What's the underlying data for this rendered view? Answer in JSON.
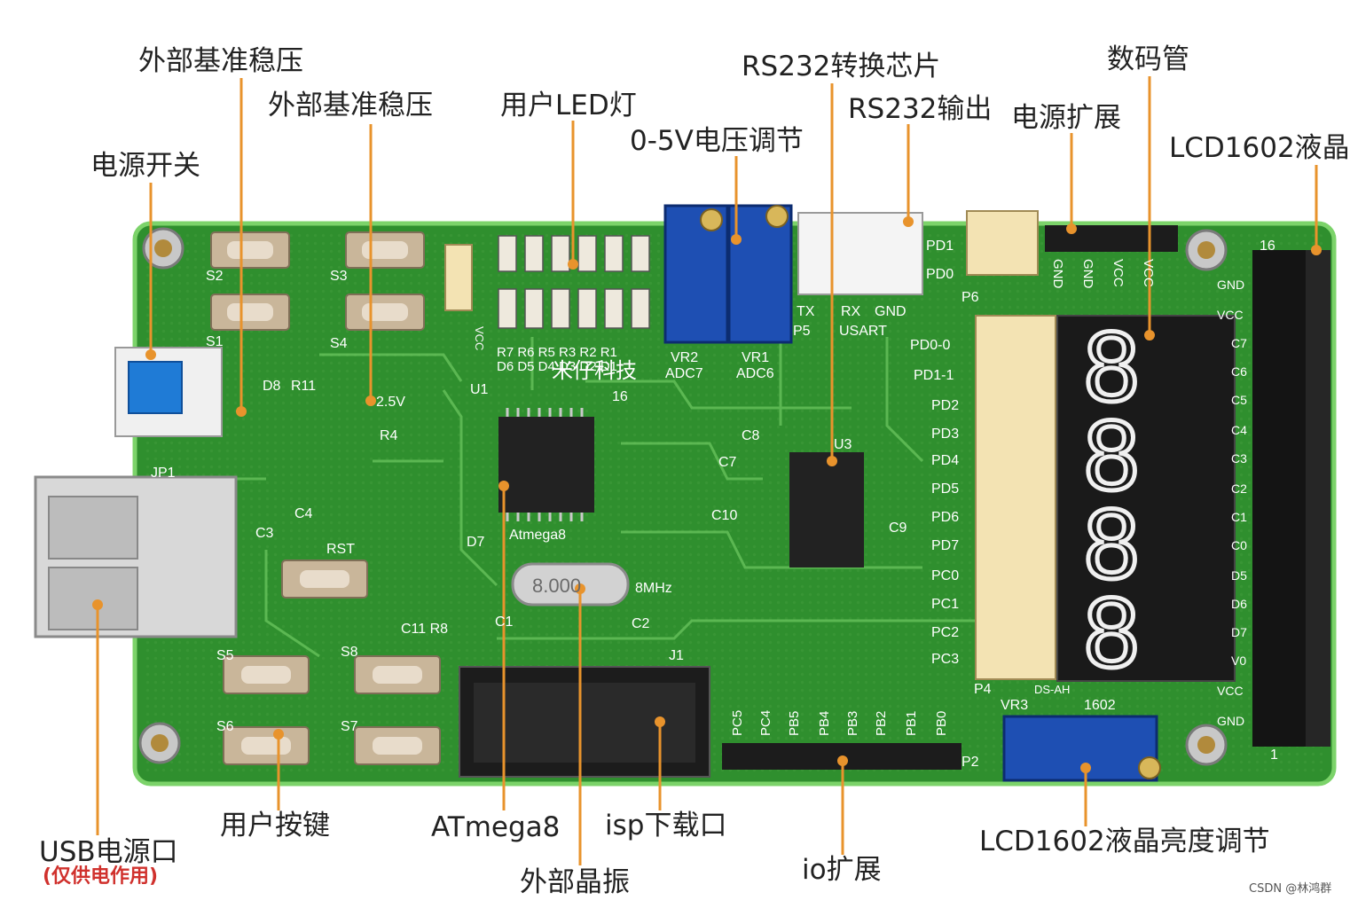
{
  "labels": {
    "ext_ref_1": "外部基准稳压",
    "ext_ref_2": "外部基准稳压",
    "power_switch": "电源开关",
    "user_led": "用户LED灯",
    "adj_0_5v": "0-5V电压调节",
    "rs232_chip": "RS232转换芯片",
    "rs232_out": "RS232输出",
    "seg_display": "数码管",
    "power_ext": "电源扩展",
    "lcd1602": "LCD1602液晶",
    "usb_power": "USB电源口",
    "usb_power_note": "(仅供电作用)",
    "user_keys": "用户按键",
    "atmega8": "ATmega8",
    "isp": "isp下载口",
    "crystal": "外部晶振",
    "io_ext": "io扩展",
    "lcd_brightness": "LCD1602液晶亮度调节",
    "watermark": "CSDN @林鸿群"
  },
  "silkscreen": {
    "s1": "S1",
    "s2": "S2",
    "s3": "S3",
    "s4": "S4",
    "s5": "S5",
    "s6": "S6",
    "s7": "S7",
    "s8": "S8",
    "d8": "D8",
    "r11": "R11",
    "r4": "R4",
    "c3": "C3",
    "c4": "C4",
    "jp1": "JP1",
    "rst": "RST",
    "d7": "D7",
    "c11r8": "C11 R8",
    "u1": "U1",
    "pin16": "16",
    "atmega8": "Atmega8",
    "mhz": "8MHz",
    "crystal_val": "8.000",
    "c1": "C1",
    "c2": "C2",
    "j1": "J1",
    "vcc": "VCC",
    "v25": "2.5V",
    "led_r_top": "R7 R6 R5 R3 R2 R1",
    "led_d_bot": "D6 D5 D4 D3 D2 D1",
    "brand": "米仔科技",
    "vr2": "VR2",
    "adc7": "ADC7",
    "vr1": "VR1",
    "adc6": "ADC6",
    "tx": "TX",
    "rx": "RX",
    "gnd": "GND",
    "p5": "P5",
    "usart": "USART",
    "c8": "C8",
    "c7": "C7",
    "c10": "C10",
    "u3": "U3",
    "c9": "C9",
    "pd1": "PD1",
    "pd0": "PD0",
    "p6": "P6",
    "pd0_0": "PD0-0",
    "pd1_1": "PD1-1",
    "jumper_pins": [
      "PD2",
      "PD3",
      "PD4",
      "PD5",
      "PD6",
      "PD7",
      "PC0",
      "PC1",
      "PC2",
      "PC3"
    ],
    "pwr_pins": [
      "GND",
      "GND",
      "VCC",
      "VCC"
    ],
    "io_pins": [
      "PC5",
      "PC4",
      "PB5",
      "PB4",
      "PB3",
      "PB2",
      "PB1",
      "PB0"
    ],
    "p2": "P2",
    "p4": "P4",
    "ds_ah": "DS-AH",
    "vr3": "VR3",
    "lcd1602": "1602",
    "lcd_pins": [
      "GND",
      "VCC",
      "C7",
      "C6",
      "C5",
      "C4",
      "C3",
      "C2",
      "C1",
      "C0",
      "D5",
      "D6",
      "D7",
      "V0",
      "VCC",
      "GND"
    ],
    "lcd16": "16",
    "lcd1": "1"
  },
  "display_digits": [
    "8",
    "8",
    "8",
    "8"
  ]
}
